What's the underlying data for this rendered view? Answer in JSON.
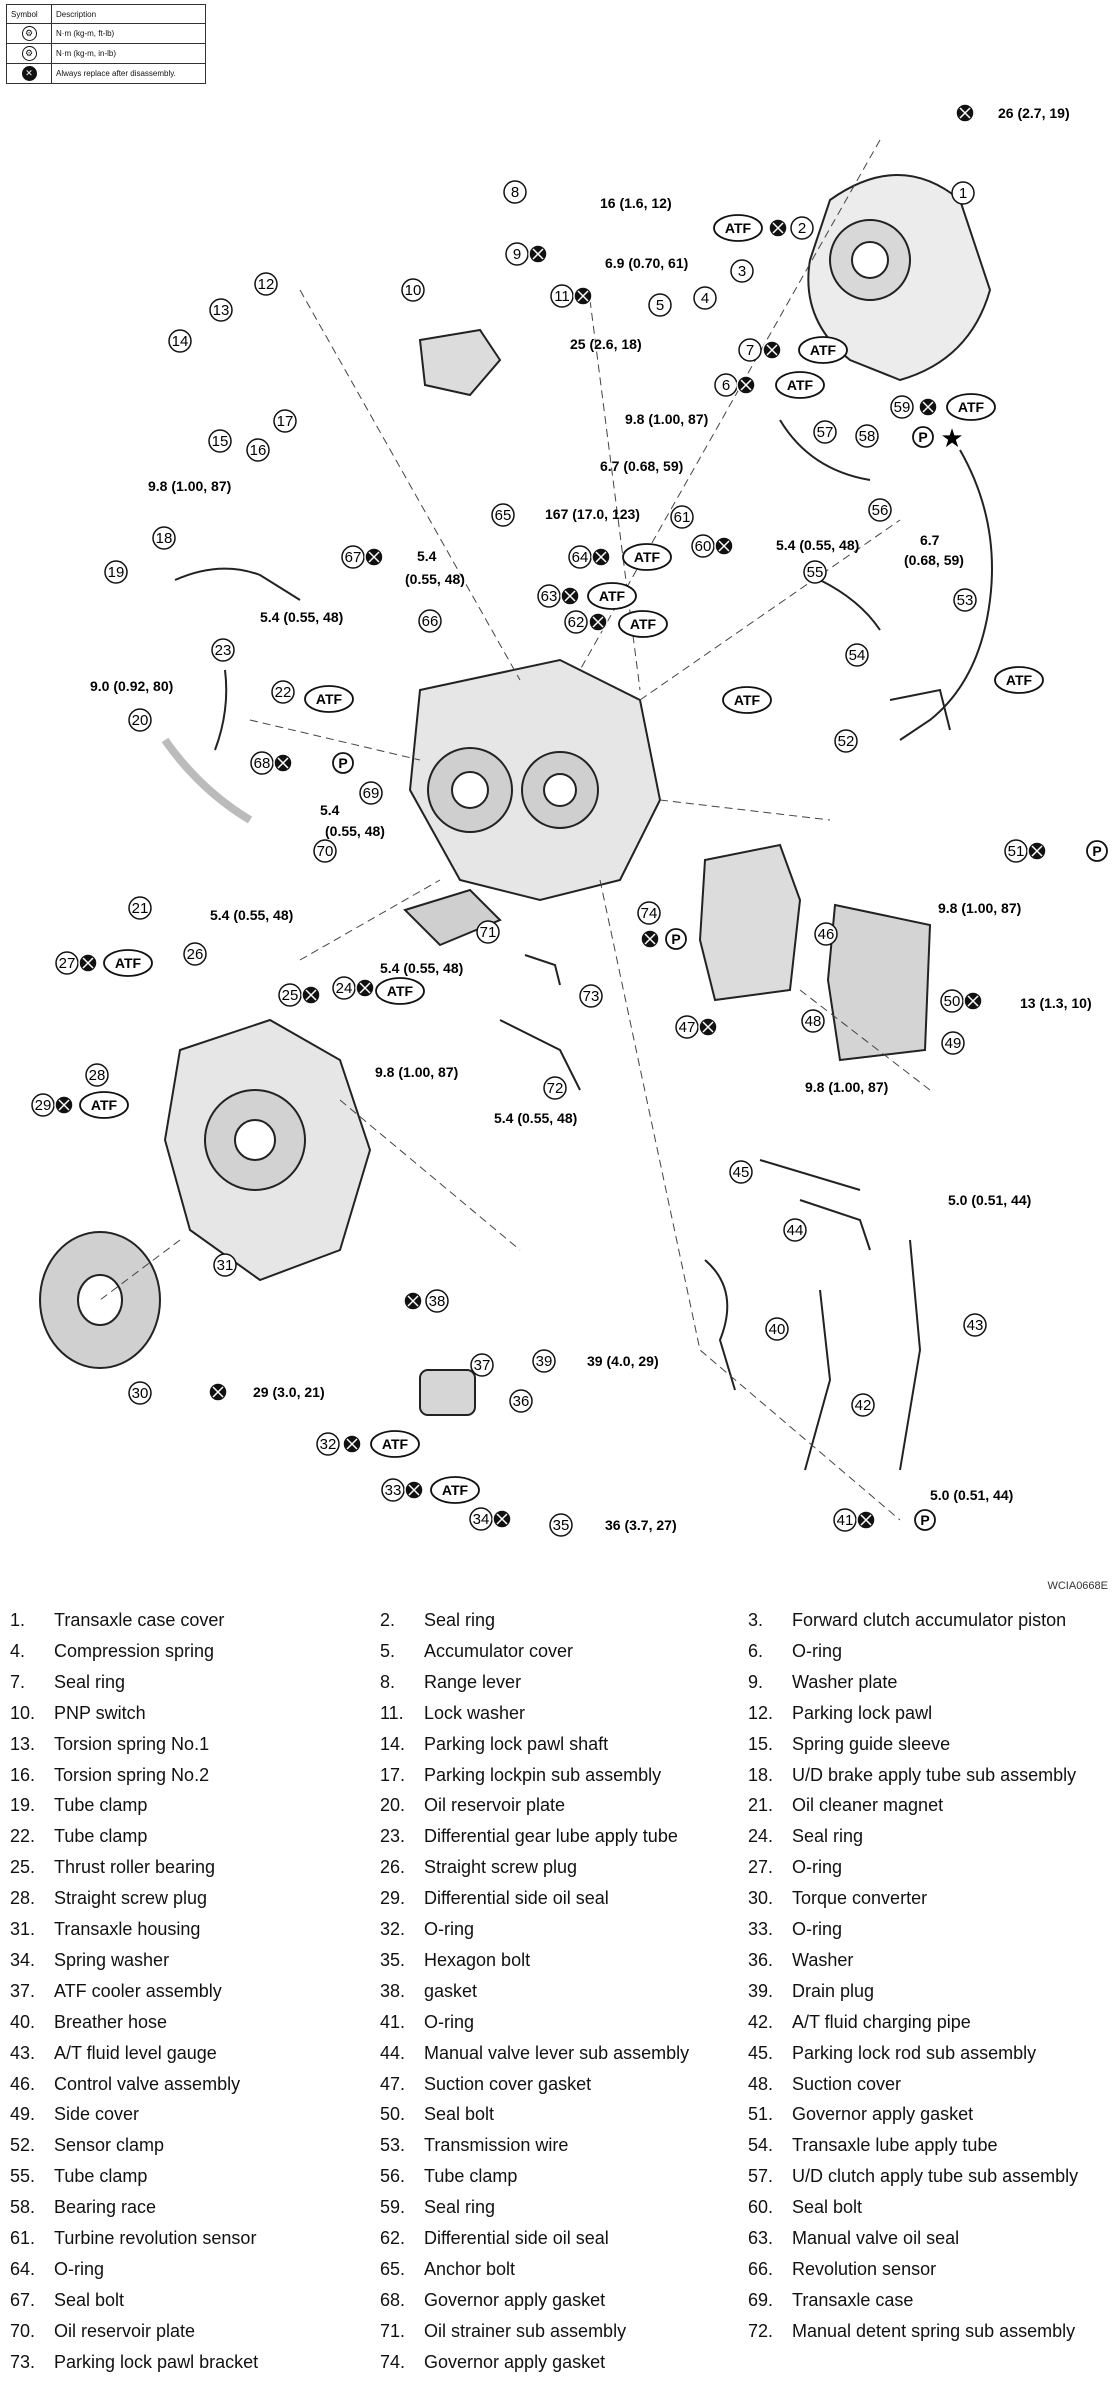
{
  "legend": {
    "headers": [
      "Symbol",
      "Description"
    ],
    "rows": [
      {
        "icon": "torque-wrench-icon",
        "text": "N·m (kg-m, ft-lb)"
      },
      {
        "icon": "torque-wrench-inlb-icon",
        "text": "N·m (kg-m, in-lb)"
      },
      {
        "icon": "replace-x-icon",
        "text": "Always replace after disassembly."
      }
    ]
  },
  "diagram_id": "WCIA0668E",
  "callouts": [
    "1",
    "2",
    "3",
    "4",
    "5",
    "6",
    "7",
    "8",
    "9",
    "10",
    "11",
    "12",
    "13",
    "14",
    "15",
    "16",
    "17",
    "18",
    "19",
    "20",
    "21",
    "22",
    "23",
    "24",
    "25",
    "26",
    "27",
    "28",
    "29",
    "30",
    "31",
    "32",
    "33",
    "34",
    "35",
    "36",
    "37",
    "38",
    "39",
    "40",
    "41",
    "42",
    "43",
    "44",
    "45",
    "46",
    "47",
    "48",
    "49",
    "50",
    "51",
    "52",
    "53",
    "54",
    "55",
    "56",
    "57",
    "58",
    "59",
    "60",
    "61",
    "62",
    "63",
    "64",
    "65",
    "66",
    "67",
    "68",
    "69",
    "70",
    "71",
    "72",
    "73",
    "74"
  ],
  "torque_labels": [
    "26 (2.7, 19)",
    "16 (1.6, 12)",
    "6.9 (0.70, 61)",
    "25 (2.6, 18)",
    "9.8 (1.00, 87)",
    "6.7 (0.68, 59)",
    "167 (17.0, 123)",
    "5.4 (0.55, 48)",
    "5.4",
    "(0.55, 48)",
    "6.7",
    "(0.68, 59)",
    "9.0 (0.92, 80)",
    "5.4 (0.55, 48)",
    "5.4",
    "(0.55, 48)",
    "5.4 (0.55, 48)",
    "5.4 (0.55, 48)",
    "9.8 (1.00, 87)",
    "13 (1.3, 10)",
    "9.8 (1.00, 87)",
    "9.8 (1.00, 87)",
    "5.4 (0.55, 48)",
    "5.0 (0.51, 44)",
    "29 (3.0, 21)",
    "39 (4.0, 29)",
    "36 (3.7, 27)",
    "5.0 (0.51, 44)",
    "9.8 (1.00, 87)"
  ],
  "badges": {
    "atf": "ATF",
    "p": "P"
  },
  "parts": [
    {
      "n": "1.",
      "name": "Transaxle case cover"
    },
    {
      "n": "2.",
      "name": "Seal ring"
    },
    {
      "n": "3.",
      "name": "Forward clutch accumulator piston"
    },
    {
      "n": "4.",
      "name": "Compression spring"
    },
    {
      "n": "5.",
      "name": "Accumulator cover"
    },
    {
      "n": "6.",
      "name": "O-ring"
    },
    {
      "n": "7.",
      "name": "Seal ring"
    },
    {
      "n": "8.",
      "name": "Range lever"
    },
    {
      "n": "9.",
      "name": "Washer plate"
    },
    {
      "n": "10.",
      "name": "PNP switch"
    },
    {
      "n": "11.",
      "name": "Lock washer"
    },
    {
      "n": "12.",
      "name": "Parking lock pawl"
    },
    {
      "n": "13.",
      "name": "Torsion spring No.1"
    },
    {
      "n": "14.",
      "name": "Parking lock pawl shaft"
    },
    {
      "n": "15.",
      "name": "Spring guide sleeve"
    },
    {
      "n": "16.",
      "name": "Torsion spring No.2"
    },
    {
      "n": "17.",
      "name": "Parking lockpin sub assembly"
    },
    {
      "n": "18.",
      "name": "U/D brake apply tube sub assembly"
    },
    {
      "n": "19.",
      "name": "Tube clamp"
    },
    {
      "n": "20.",
      "name": "Oil reservoir plate"
    },
    {
      "n": "21.",
      "name": "Oil cleaner magnet"
    },
    {
      "n": "22.",
      "name": "Tube clamp"
    },
    {
      "n": "23.",
      "name": "Differential gear lube apply tube"
    },
    {
      "n": "24.",
      "name": "Seal ring"
    },
    {
      "n": "25.",
      "name": "Thrust roller bearing"
    },
    {
      "n": "26.",
      "name": "Straight screw plug"
    },
    {
      "n": "27.",
      "name": "O-ring"
    },
    {
      "n": "28.",
      "name": "Straight screw plug"
    },
    {
      "n": "29.",
      "name": "Differential side oil seal"
    },
    {
      "n": "30.",
      "name": "Torque converter"
    },
    {
      "n": "31.",
      "name": "Transaxle housing"
    },
    {
      "n": "32.",
      "name": "O-ring"
    },
    {
      "n": "33.",
      "name": "O-ring"
    },
    {
      "n": "34.",
      "name": "Spring washer"
    },
    {
      "n": "35.",
      "name": "Hexagon bolt"
    },
    {
      "n": "36.",
      "name": "Washer"
    },
    {
      "n": "37.",
      "name": "ATF cooler assembly"
    },
    {
      "n": "38.",
      "name": "gasket"
    },
    {
      "n": "39.",
      "name": "Drain plug"
    },
    {
      "n": "40.",
      "name": "Breather hose"
    },
    {
      "n": "41.",
      "name": "O-ring"
    },
    {
      "n": "42.",
      "name": "A/T fluid charging pipe"
    },
    {
      "n": "43.",
      "name": "A/T fluid level gauge"
    },
    {
      "n": "44.",
      "name": "Manual valve lever sub assembly"
    },
    {
      "n": "45.",
      "name": "Parking lock rod sub assembly"
    },
    {
      "n": "46.",
      "name": "Control valve assembly"
    },
    {
      "n": "47.",
      "name": "Suction cover gasket"
    },
    {
      "n": "48.",
      "name": "Suction cover"
    },
    {
      "n": "49.",
      "name": "Side cover"
    },
    {
      "n": "50.",
      "name": "Seal bolt"
    },
    {
      "n": "51.",
      "name": "Governor apply gasket"
    },
    {
      "n": "52.",
      "name": "Sensor clamp"
    },
    {
      "n": "53.",
      "name": "Transmission wire"
    },
    {
      "n": "54.",
      "name": "Transaxle lube apply tube"
    },
    {
      "n": "55.",
      "name": "Tube clamp"
    },
    {
      "n": "56.",
      "name": "Tube clamp"
    },
    {
      "n": "57.",
      "name": "U/D clutch apply tube sub assembly"
    },
    {
      "n": "58.",
      "name": "Bearing race"
    },
    {
      "n": "59.",
      "name": "Seal ring"
    },
    {
      "n": "60.",
      "name": "Seal bolt"
    },
    {
      "n": "61.",
      "name": "Turbine revolution sensor"
    },
    {
      "n": "62.",
      "name": "Differential side oil seal"
    },
    {
      "n": "63.",
      "name": "Manual valve oil seal"
    },
    {
      "n": "64.",
      "name": "O-ring"
    },
    {
      "n": "65.",
      "name": "Anchor bolt"
    },
    {
      "n": "66.",
      "name": "Revolution sensor"
    },
    {
      "n": "67.",
      "name": "Seal bolt"
    },
    {
      "n": "68.",
      "name": "Governor apply gasket"
    },
    {
      "n": "69.",
      "name": "Transaxle case"
    },
    {
      "n": "70.",
      "name": "Oil reservoir plate"
    },
    {
      "n": "71.",
      "name": "Oil strainer sub assembly"
    },
    {
      "n": "72.",
      "name": "Manual detent spring sub assembly"
    },
    {
      "n": "73.",
      "name": "Parking lock pawl bracket"
    },
    {
      "n": "74.",
      "name": "Governor apply gasket"
    }
  ]
}
